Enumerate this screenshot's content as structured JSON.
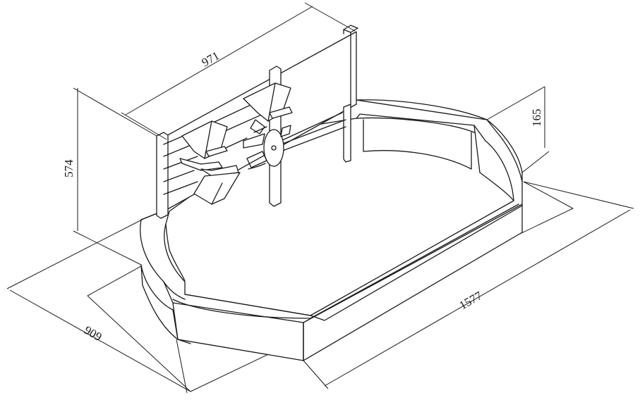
{
  "dimensions": {
    "back_panel_width": "971",
    "height": "574",
    "depth": "909",
    "length": "1577",
    "wall_height": "165"
  }
}
